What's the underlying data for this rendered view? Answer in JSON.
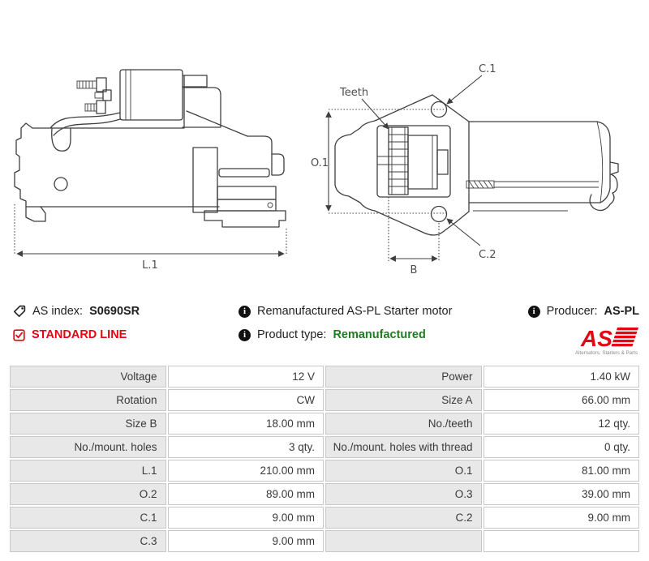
{
  "drawings": {
    "left": {
      "l1_label": "L.1"
    },
    "right": {
      "teeth_label": "Teeth",
      "c1_label": "C.1",
      "c2_label": "C.2",
      "o1_label": "O.1",
      "b_label": "B"
    }
  },
  "info": {
    "as_index_label": "AS index:",
    "as_index_value": "S0690SR",
    "standard_line": "STANDARD LINE",
    "description": "Remanufactured AS-PL Starter motor",
    "product_type_label": "Product type:",
    "product_type_value": "Remanufactured",
    "producer_label": "Producer:",
    "producer_value": "AS-PL",
    "info_icon_glyph": "i",
    "logo_text": "AS",
    "logo_subtext": "Alternators, Starters & Parts"
  },
  "colors": {
    "brand_red": "#e30613",
    "type_green": "#1f7d1f",
    "label_cell_bg": "#e8e8e8",
    "cell_border": "#c8c8c8"
  },
  "table": {
    "rows": [
      [
        {
          "label": "Voltage",
          "value": "12 V"
        },
        {
          "label": "Power",
          "value": "1.40 kW"
        }
      ],
      [
        {
          "label": "Rotation",
          "value": "CW"
        },
        {
          "label": "Size A",
          "value": "66.00 mm"
        }
      ],
      [
        {
          "label": "Size B",
          "value": "18.00 mm"
        },
        {
          "label": "No./teeth",
          "value": "12 qty."
        }
      ],
      [
        {
          "label": "No./mount. holes",
          "value": "3 qty."
        },
        {
          "label": "No./mount. holes with thread",
          "value": "0 qty."
        }
      ],
      [
        {
          "label": "L.1",
          "value": "210.00 mm"
        },
        {
          "label": "O.1",
          "value": "81.00 mm"
        }
      ],
      [
        {
          "label": "O.2",
          "value": "89.00 mm"
        },
        {
          "label": "O.3",
          "value": "39.00 mm"
        }
      ],
      [
        {
          "label": "C.1",
          "value": "9.00 mm"
        },
        {
          "label": "C.2",
          "value": "9.00 mm"
        }
      ],
      [
        {
          "label": "C.3",
          "value": "9.00 mm"
        },
        {
          "label": "",
          "value": ""
        }
      ]
    ]
  }
}
